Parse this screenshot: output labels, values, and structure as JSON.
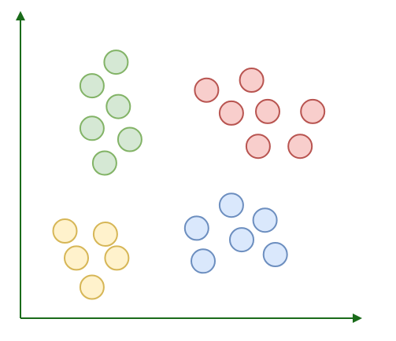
{
  "chart_data": {
    "type": "scatter",
    "title": "",
    "xlabel": "",
    "ylabel": "",
    "xlim": [
      0,
      100
    ],
    "ylim": [
      0,
      100
    ],
    "grid": false,
    "legend": "none",
    "axis_color": "#1a6b1a",
    "series": [
      {
        "fill": "#d5e8d4",
        "stroke": "#82b366",
        "points": [
          {
            "x": 30.4,
            "y": 82.5
          },
          {
            "x": 24.1,
            "y": 74.9
          },
          {
            "x": 31.0,
            "y": 68.2
          },
          {
            "x": 24.1,
            "y": 61.2
          },
          {
            "x": 34.0,
            "y": 57.6
          },
          {
            "x": 27.4,
            "y": 50.0
          }
        ]
      },
      {
        "fill": "#f8cecc",
        "stroke": "#b85450",
        "points": [
          {
            "x": 65.9,
            "y": 76.7
          },
          {
            "x": 54.1,
            "y": 73.5
          },
          {
            "x": 60.6,
            "y": 66.1
          },
          {
            "x": 70.1,
            "y": 66.6
          },
          {
            "x": 81.9,
            "y": 66.6
          },
          {
            "x": 67.6,
            "y": 55.4
          },
          {
            "x": 78.6,
            "y": 55.4
          }
        ]
      },
      {
        "fill": "#fff2cc",
        "stroke": "#d6b656",
        "points": [
          {
            "x": 17.0,
            "y": 28.1
          },
          {
            "x": 27.6,
            "y": 27.1
          },
          {
            "x": 20.0,
            "y": 19.4
          },
          {
            "x": 30.6,
            "y": 19.4
          },
          {
            "x": 24.1,
            "y": 10.0
          }
        ]
      },
      {
        "fill": "#dae8fc",
        "stroke": "#6c8ebf",
        "points": [
          {
            "x": 60.6,
            "y": 36.4
          },
          {
            "x": 69.4,
            "y": 31.6
          },
          {
            "x": 51.5,
            "y": 29.0
          },
          {
            "x": 63.3,
            "y": 25.3
          },
          {
            "x": 53.2,
            "y": 18.4
          },
          {
            "x": 72.1,
            "y": 20.5
          }
        ]
      }
    ]
  }
}
